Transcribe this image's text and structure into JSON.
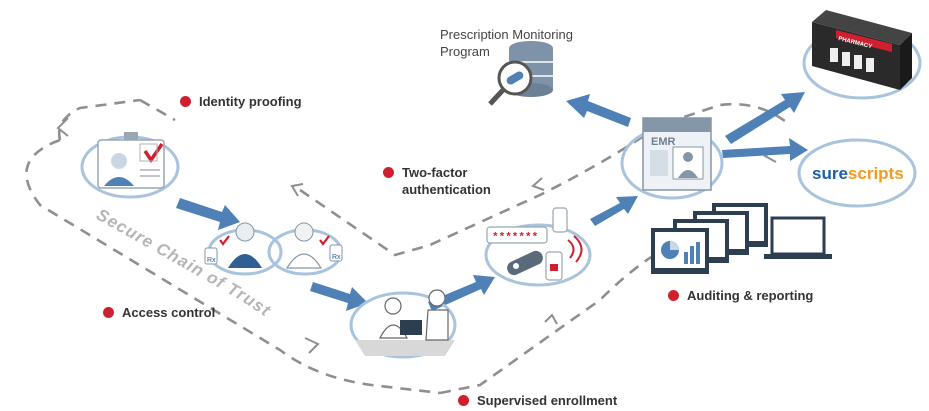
{
  "labels": {
    "identity_proofing": "Identity proofing",
    "access_control": "Access control",
    "two_factor_line1": "Two-factor",
    "two_factor_line2": "authentication",
    "supervised_enrollment": "Supervised enrollment",
    "auditing_reporting": "Auditing & reporting",
    "pmp_line1": "Prescription Monitoring",
    "pmp_line2": "Program"
  },
  "path_text": "Secure Chain of Trust",
  "icons": {
    "emr_label": "EMR",
    "pharmacy_label": "PHARMACY",
    "rx_label": "Rx",
    "password_mask": "*******",
    "surescripts_sure": "sure",
    "surescripts_scripts": "scripts"
  },
  "colors": {
    "accent_red": "#d0202f",
    "arrow_blue": "#4f81b6",
    "ellipse_ring": "#a9c3dc",
    "dashed_path": "#8f8f8f",
    "surescripts_blue": "#1c5fa6",
    "surescripts_orange": "#f29a1f"
  }
}
